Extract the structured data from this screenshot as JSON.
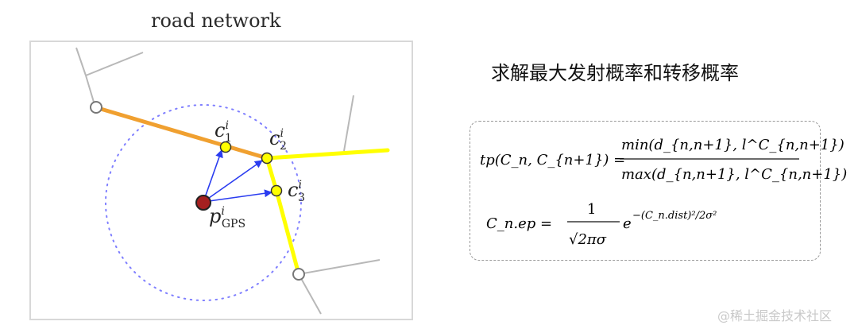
{
  "diagram": {
    "title": "road network",
    "labels": {
      "c1": {
        "base": "c",
        "sup": "i",
        "sub": "1"
      },
      "c2": {
        "base": "c",
        "sup": "i",
        "sub": "2"
      },
      "c3": {
        "base": "c",
        "sup": "i",
        "sub": "3"
      },
      "gps": {
        "base": "p",
        "sup": "i",
        "sub": "GPS"
      }
    },
    "colors": {
      "matched_road": "#f0a030",
      "candidate_road": "#ffff00",
      "gray_road": "#b8b8b8",
      "arrow": "#2a3cf0",
      "gps_point": "#a52020",
      "search_circle": "#7f7fff"
    }
  },
  "heading": "求解最大发射概率和转移概率",
  "formulas": {
    "transition": {
      "lhs": "tp(C_n, C_{n+1}) =",
      "numerator": "min(d_{n,n+1}, l^C_{n,n+1})",
      "denominator": "max(d_{n,n+1}, l^C_{n,n+1})"
    },
    "emission": {
      "lhs": "C_n.ep =",
      "numerator": "1",
      "denominator": "√2πσ",
      "exponent": "−(C_n.dist)²/2σ²"
    }
  },
  "watermark": "@稀土掘金技术社区"
}
